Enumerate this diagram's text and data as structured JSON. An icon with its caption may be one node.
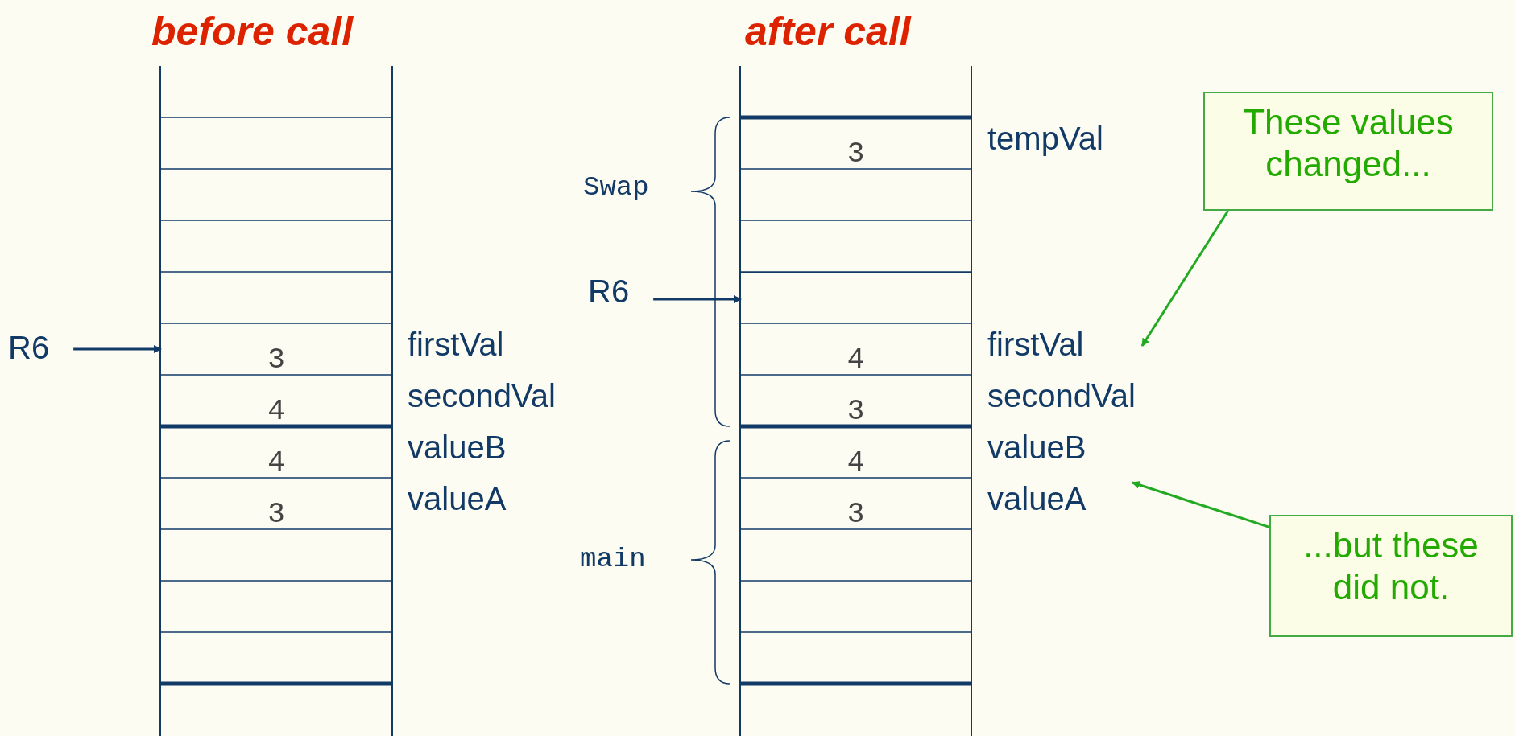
{
  "diagram": {
    "nodes": [
      {
        "text": [
          "3"
        ]
      },
      {
        "text": [
          "4"
        ]
      },
      {
        "text": [
          "4"
        ]
      },
      {
        "text": [
          "3"
        ]
      },
      {
        "text": [
          "3"
        ]
      },
      {
        "text": [
          "4"
        ]
      },
      {
        "text": [
          "3"
        ]
      },
      {
        "text": [
          "4"
        ]
      },
      {
        "text": [
          "3"
        ]
      },
      {
        "text": [
          "These values changed..."
        ]
      },
      {
        "text": [
          "...but these did not."
        ]
      },
      {
        "text": [
          "R6"
        ]
      },
      {
        "text": [
          "R6"
        ]
      },
      {
        "text": [],
        "shape": "box"
      }
    ],
    "edges": [
      {
        "from": 11,
        "to": 0,
        "arrow": "to",
        "color": "#123a66"
      },
      {
        "from": 12,
        "to": 13,
        "arrow": "to",
        "color": "#123a66"
      },
      {
        "from": 9,
        "to": null,
        "arrow": "to",
        "color": "#22aa22"
      },
      {
        "from": 10,
        "to": null,
        "arrow": "to",
        "color": "#22aa22"
      }
    ],
    "labels": [
      "before call",
      "after call",
      "tempVal",
      "Swap",
      "firstVal",
      "firstVal",
      "secondVal",
      "secondVal",
      "valueB",
      "valueB",
      "valueA",
      "valueA",
      "main"
    ]
  }
}
